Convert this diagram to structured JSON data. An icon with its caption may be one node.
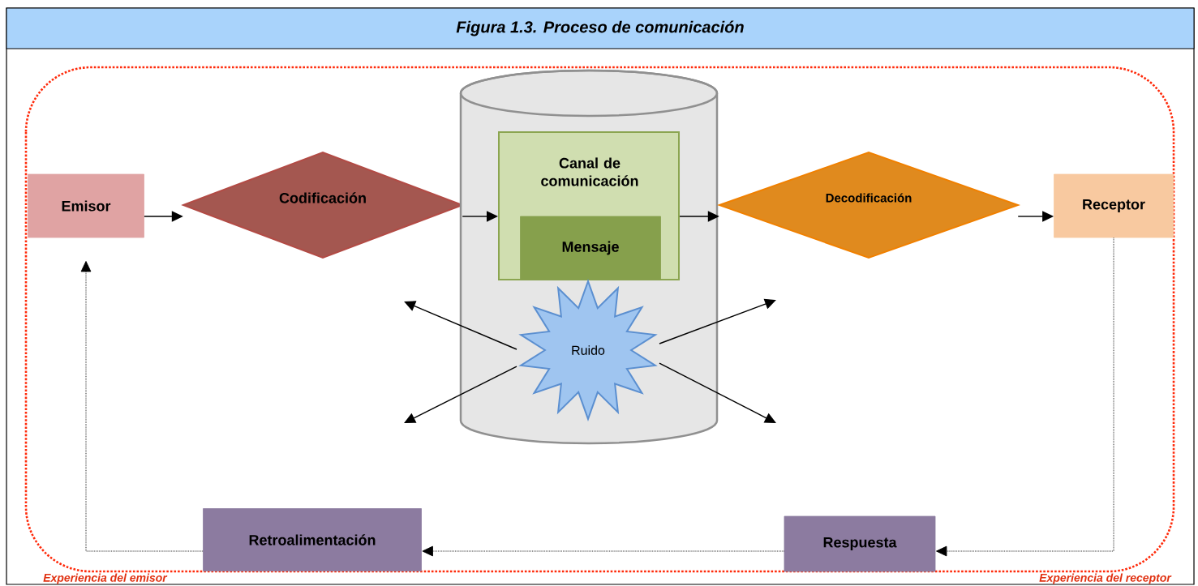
{
  "diagram": {
    "title": "Figura 1.3. Proceso de comunicación",
    "nodes": [
      {
        "text": [
          "Emisor"
        ]
      },
      {
        "text": [
          "Codificación"
        ]
      },
      {
        "text": [],
        "shape": "cylinder"
      },
      {
        "text": [
          "Canal de comunicación"
        ],
        "in": 2
      },
      {
        "text": [
          "Mensaje"
        ],
        "in": 3
      },
      {
        "text": [
          "Ruido"
        ],
        "in": 2
      },
      {
        "text": [
          "Decodificación"
        ]
      },
      {
        "text": [
          "Receptor"
        ]
      },
      {
        "text": [
          "Respuesta"
        ]
      },
      {
        "text": [
          "Retroalimentación"
        ]
      }
    ],
    "edges": [
      {
        "from": 0,
        "to": 1,
        "arrow": "to"
      },
      {
        "from": 1,
        "to": 3,
        "arrow": "to"
      },
      {
        "from": 3,
        "to": 6,
        "arrow": "to"
      },
      {
        "from": 6,
        "to": 7,
        "arrow": "to"
      },
      {
        "from": 5,
        "to": null,
        "arrow": "to"
      },
      {
        "from": 5,
        "to": null,
        "arrow": "to"
      },
      {
        "from": 5,
        "to": null,
        "arrow": "to"
      },
      {
        "from": 5,
        "to": null,
        "arrow": "to"
      },
      {
        "from": 7,
        "to": 8,
        "arrow": "to",
        "style": "dashed"
      },
      {
        "from": 8,
        "to": 9,
        "arrow": "to",
        "style": "dashed"
      },
      {
        "from": 9,
        "to": 0,
        "arrow": "to",
        "style": "dashed"
      }
    ],
    "labels": [
      "Experiencia del emisor",
      "Experiencia del receptor"
    ]
  }
}
